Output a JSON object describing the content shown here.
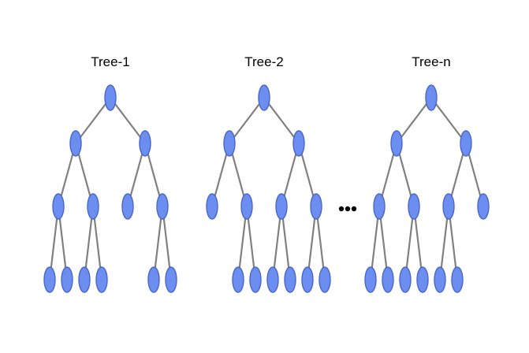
{
  "colors": {
    "node_fill": "#6b8ef0",
    "node_stroke": "#4a67c7",
    "edge": "#808080",
    "text": "#000000",
    "background": "#ffffff"
  },
  "separator": "•••",
  "trees": [
    {
      "title": "Tree-1",
      "structure": {
        "children": [
          {
            "children": [
              {
                "children": [
                  {},
                  {}
                ]
              },
              {
                "children": [
                  {},
                  {}
                ]
              }
            ]
          },
          {
            "children": [
              {},
              {
                "children": [
                  {},
                  {}
                ]
              }
            ]
          }
        ]
      }
    },
    {
      "title": "Tree-2",
      "structure": {
        "children": [
          {
            "children": [
              {},
              {
                "children": [
                  {},
                  {}
                ]
              }
            ]
          },
          {
            "children": [
              {
                "children": [
                  {},
                  {}
                ]
              },
              {
                "children": [
                  {},
                  {}
                ]
              }
            ]
          }
        ]
      }
    },
    {
      "title": "Tree-n",
      "structure": {
        "children": [
          {
            "children": [
              {
                "children": [
                  {},
                  {}
                ]
              },
              {
                "children": [
                  {},
                  {}
                ]
              }
            ]
          },
          {
            "children": [
              {
                "children": [
                  {},
                  {}
                ]
              },
              {}
            ]
          }
        ]
      }
    }
  ]
}
